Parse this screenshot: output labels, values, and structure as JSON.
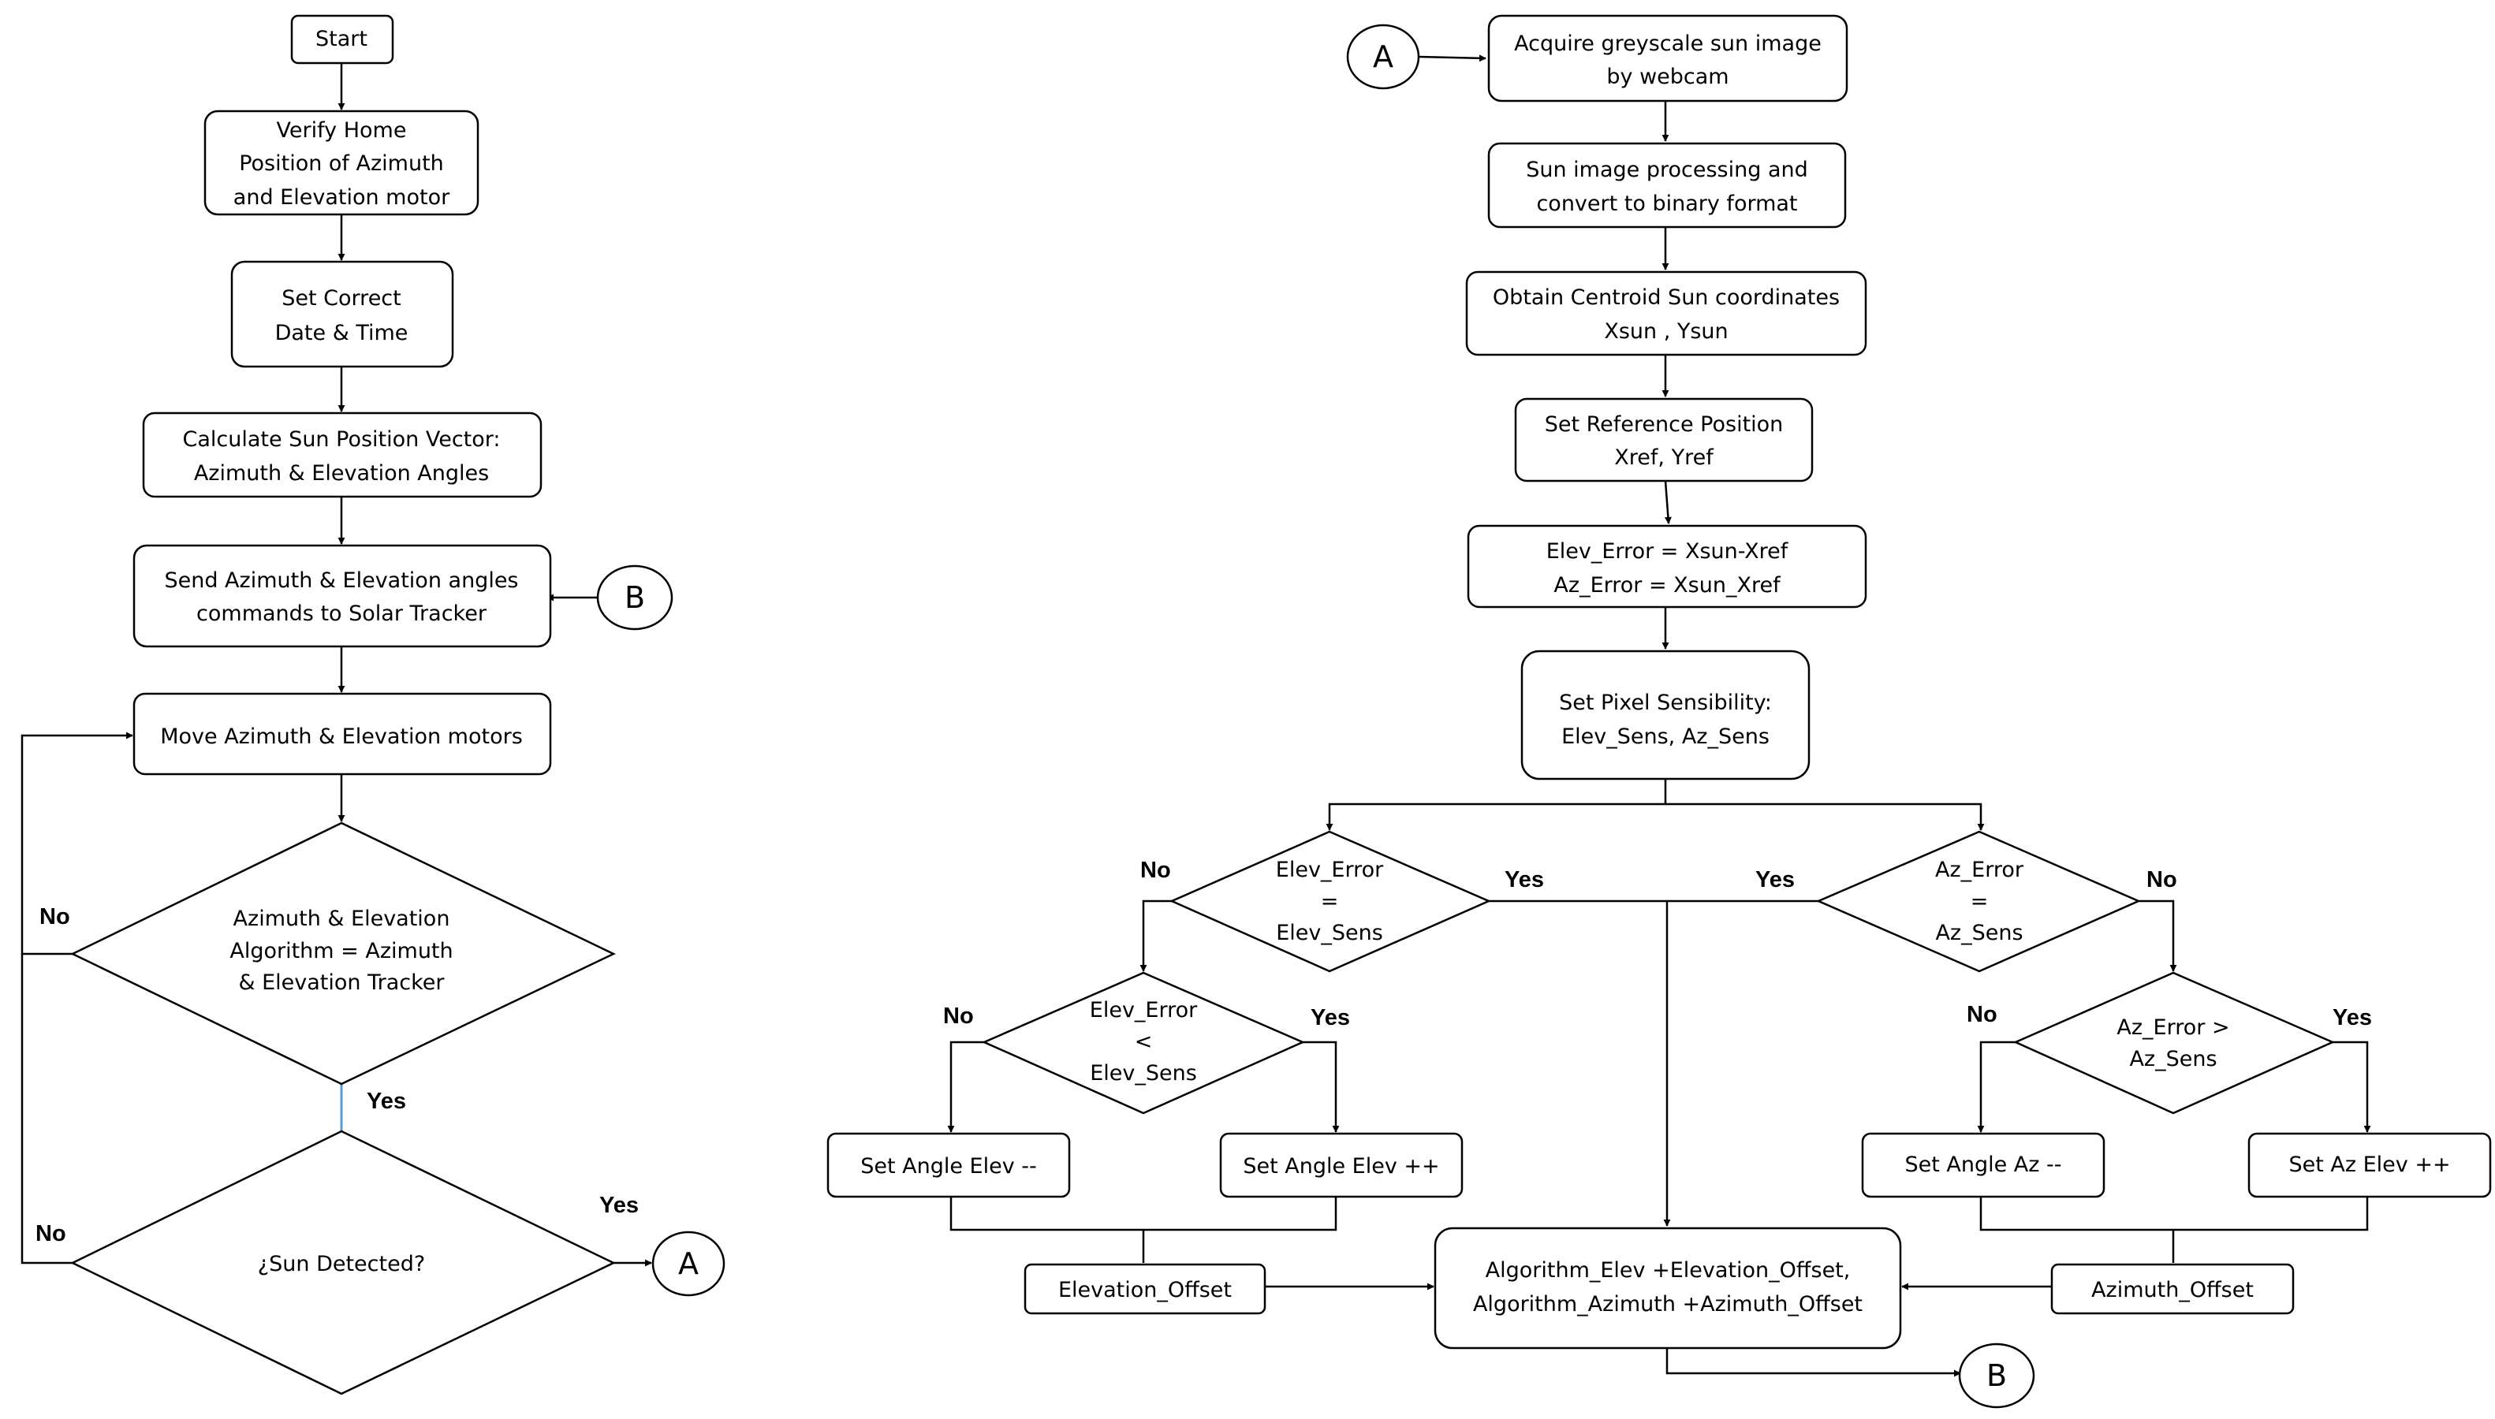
{
  "left": {
    "start": "Start",
    "verify_home": [
      "Verify Home",
      "Position of Azimuth",
      "and Elevation  motor"
    ],
    "set_date": [
      "Set Correct",
      "Date & Time"
    ],
    "calc_sun": [
      "Calculate Sun Position Vector:",
      "Azimuth & Elevation  Angles"
    ],
    "send_cmd": [
      "Send Azimuth & Elevation  angles",
      "commands to Solar Tracker"
    ],
    "move_motors": "Move Azimuth & Elevation  motors",
    "dec_algorithm": [
      "Azimuth & Elevation",
      "Algorithm  = Azimuth",
      "& Elevation  Tracker"
    ],
    "dec_sun": "¿Sun Detected?",
    "no1": "No",
    "no2": "No",
    "yes1": "Yes",
    "yes2": "Yes",
    "conn_a": "A",
    "conn_b": "B"
  },
  "right": {
    "conn_a": "A",
    "conn_b": "B",
    "acquire": [
      "Acquire  greyscale  sun image",
      "by webcam"
    ],
    "process": [
      "Sun image  processing  and",
      "convert to binary format"
    ],
    "centroid": [
      "Obtain Centroid  Sun coordinates",
      "Xsun , Ysun"
    ],
    "reference": [
      "Set Reference  Position",
      "Xref, Yref"
    ],
    "errors": [
      "Elev_Error  = Xsun-Xref",
      "Az_Error  = Xsun_Xref"
    ],
    "sensibility": [
      "Set Pixel Sensibility:",
      "Elev_Sens,  Az_Sens"
    ],
    "dec_elev_eq": [
      "Elev_Error",
      "=",
      "Elev_Sens"
    ],
    "dec_az_eq": [
      "Az_Error",
      "=",
      "Az_Sens"
    ],
    "dec_elev_lt": [
      "Elev_Error",
      "<",
      "Elev_Sens"
    ],
    "dec_az_gt": [
      "Az_Error  >",
      "Az_Sens"
    ],
    "set_elev_minus": "Set Angle Elev --",
    "set_elev_plus": "Set Angle Elev ++",
    "set_az_minus": "Set Angle Az --",
    "set_az_plus": "Set Az Elev ++",
    "elev_offset": "Elevation_Offset",
    "az_offset": "Azimuth_Offset",
    "final": [
      "Algorithm_Elev  +Elevation_Offset,",
      "Algorithm_Azimuth  +Azimuth_Offset"
    ],
    "lbl_no_elev_eq": "No",
    "lbl_yes_elev_eq": "Yes",
    "lbl_yes_az_eq": "Yes",
    "lbl_no_az_eq": "No",
    "lbl_no_elev_lt": "No",
    "lbl_yes_elev_lt": "Yes",
    "lbl_no_az_gt": "No",
    "lbl_yes_az_gt": "Yes"
  }
}
